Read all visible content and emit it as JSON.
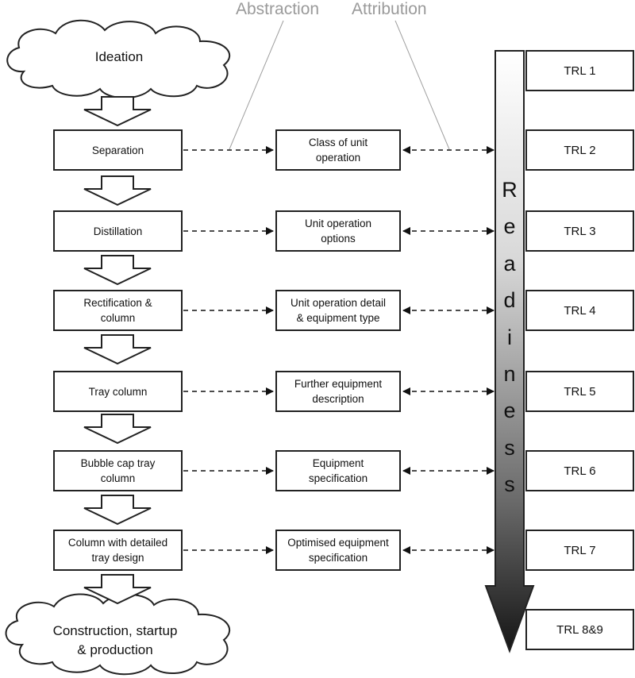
{
  "header": {
    "abstraction": "Abstraction",
    "attribution": "Attribution"
  },
  "clouds": {
    "start": "Ideation",
    "end": "Construction, startup\n& production"
  },
  "process_steps": [
    "Separation",
    "Distillation",
    "Rectification &\ncolumn",
    "Tray column",
    "Bubble cap tray\ncolumn",
    "Column with detailed\ntray design"
  ],
  "attributes": [
    "Class of unit\noperation",
    "Unit operation\noptions",
    "Unit operation detail\n& equipment type",
    "Further equipment\ndescription",
    "Equipment\nspecification",
    "Optimised equipment\nspecification"
  ],
  "trl_levels": [
    "TRL 1",
    "TRL 2",
    "TRL 3",
    "TRL 4",
    "TRL 5",
    "TRL 6",
    "TRL 7",
    "TRL 8&9"
  ],
  "readiness_label": [
    "R",
    "e",
    "a",
    "d",
    "i",
    "n",
    "e",
    "s",
    "s"
  ],
  "colors": {
    "line": "#222222",
    "caption": "#9a9a9a",
    "gradient_top": "#ffffff",
    "gradient_bottom": "#1a1a1a"
  }
}
